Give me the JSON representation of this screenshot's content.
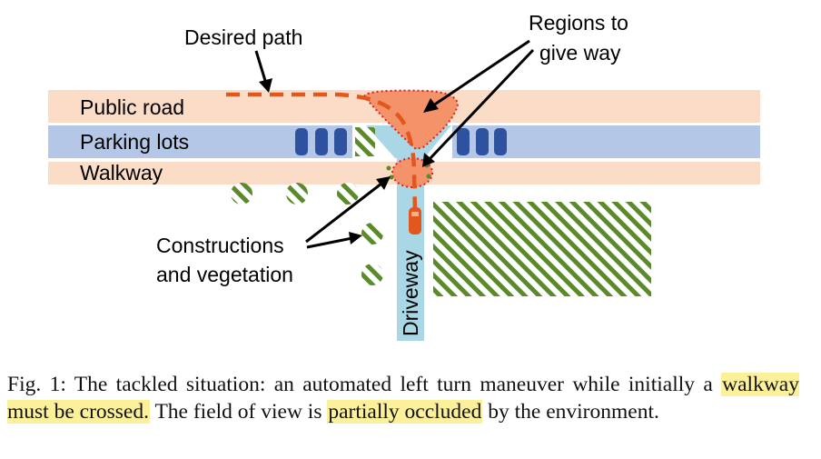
{
  "figure": {
    "labels": {
      "desired_path": "Desired path",
      "regions_line1": "Regions to",
      "regions_line2": "give way",
      "public_road": "Public road",
      "parking_lots": "Parking lots",
      "walkway": "Walkway",
      "constructions_line1": "Constructions",
      "constructions_line2": "and vegetation",
      "driveway": "Driveway"
    },
    "colors": {
      "road": "#fbdcc6",
      "parking": "#b4c7e7",
      "driveway": "#a9d7e6",
      "vegetation": "#5a8a2a",
      "region_fill": "#f4926a",
      "region_border": "#e02020",
      "path": "#e2571e",
      "car_blue": "#2f52a0",
      "car_orange": "#e2571e"
    }
  },
  "caption": {
    "part1": "Fig. 1: The tackled situation: an automated left turn maneuver while initially a ",
    "highlight1": "walkway must be crossed.",
    "part2": " The field of view is ",
    "highlight2": "partially occluded",
    "part3": " by the environment."
  }
}
